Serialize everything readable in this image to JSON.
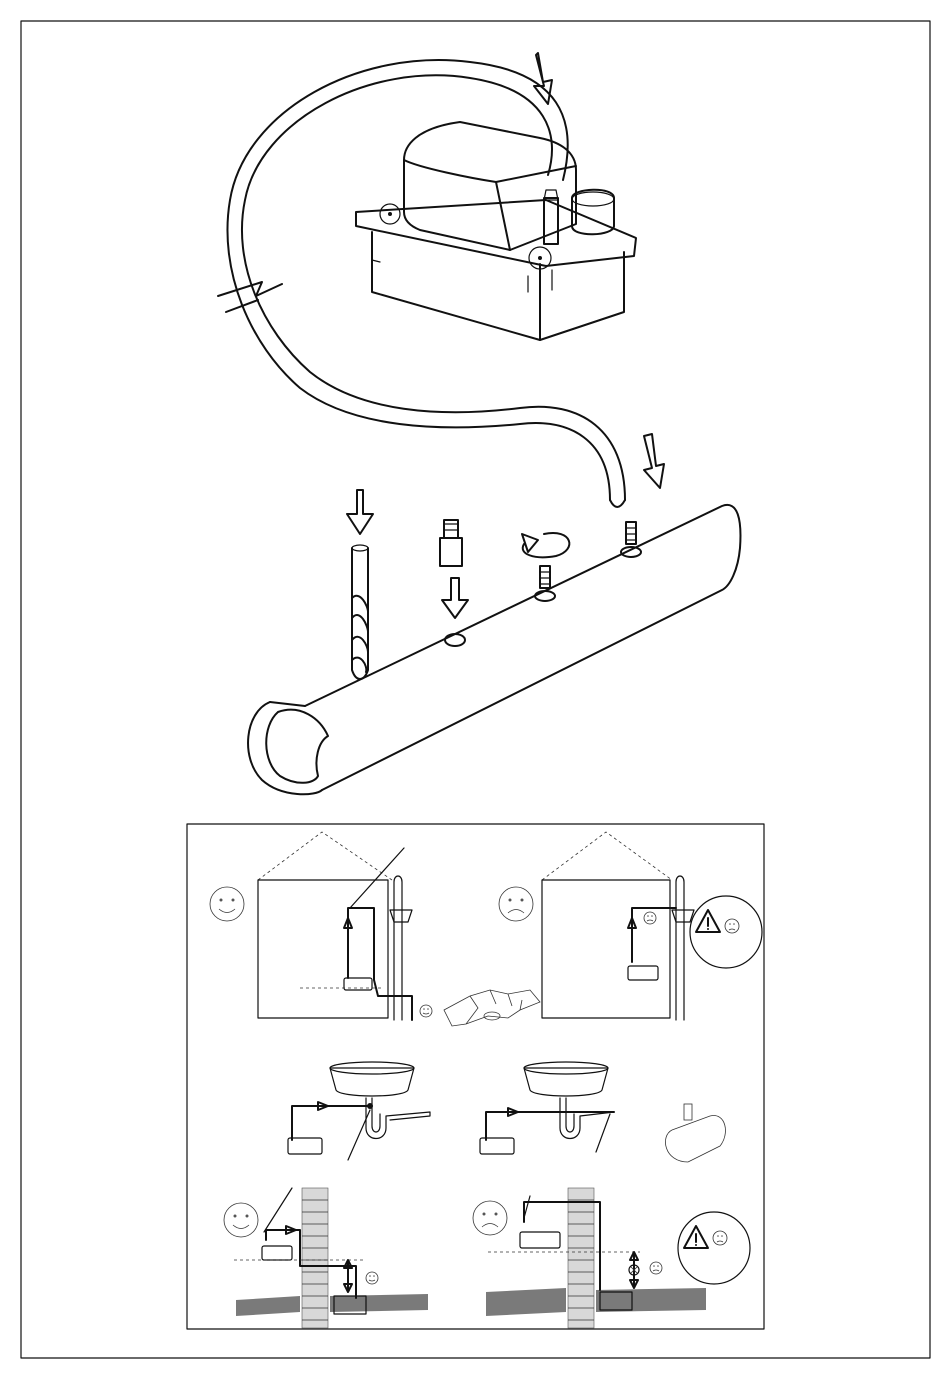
{
  "page": {
    "title": "",
    "sections": [
      {
        "id": "pump-assembly",
        "content": "illustration"
      },
      {
        "id": "pipe-tapping",
        "content": "illustration"
      },
      {
        "id": "installation-guide",
        "content": "illustration"
      }
    ]
  },
  "icons": {
    "good": "smiley-face-icon",
    "bad": "frowning-face-icon",
    "warning": "warning-triangle-icon",
    "flow_direction": "arrow-icon",
    "rotation": "rotate-icon",
    "height": "double-arrow-icon"
  },
  "colors": {
    "ink": "#111111",
    "background": "#ffffff",
    "stone": "#d8d8d8",
    "ground": "#7a7a7a"
  }
}
